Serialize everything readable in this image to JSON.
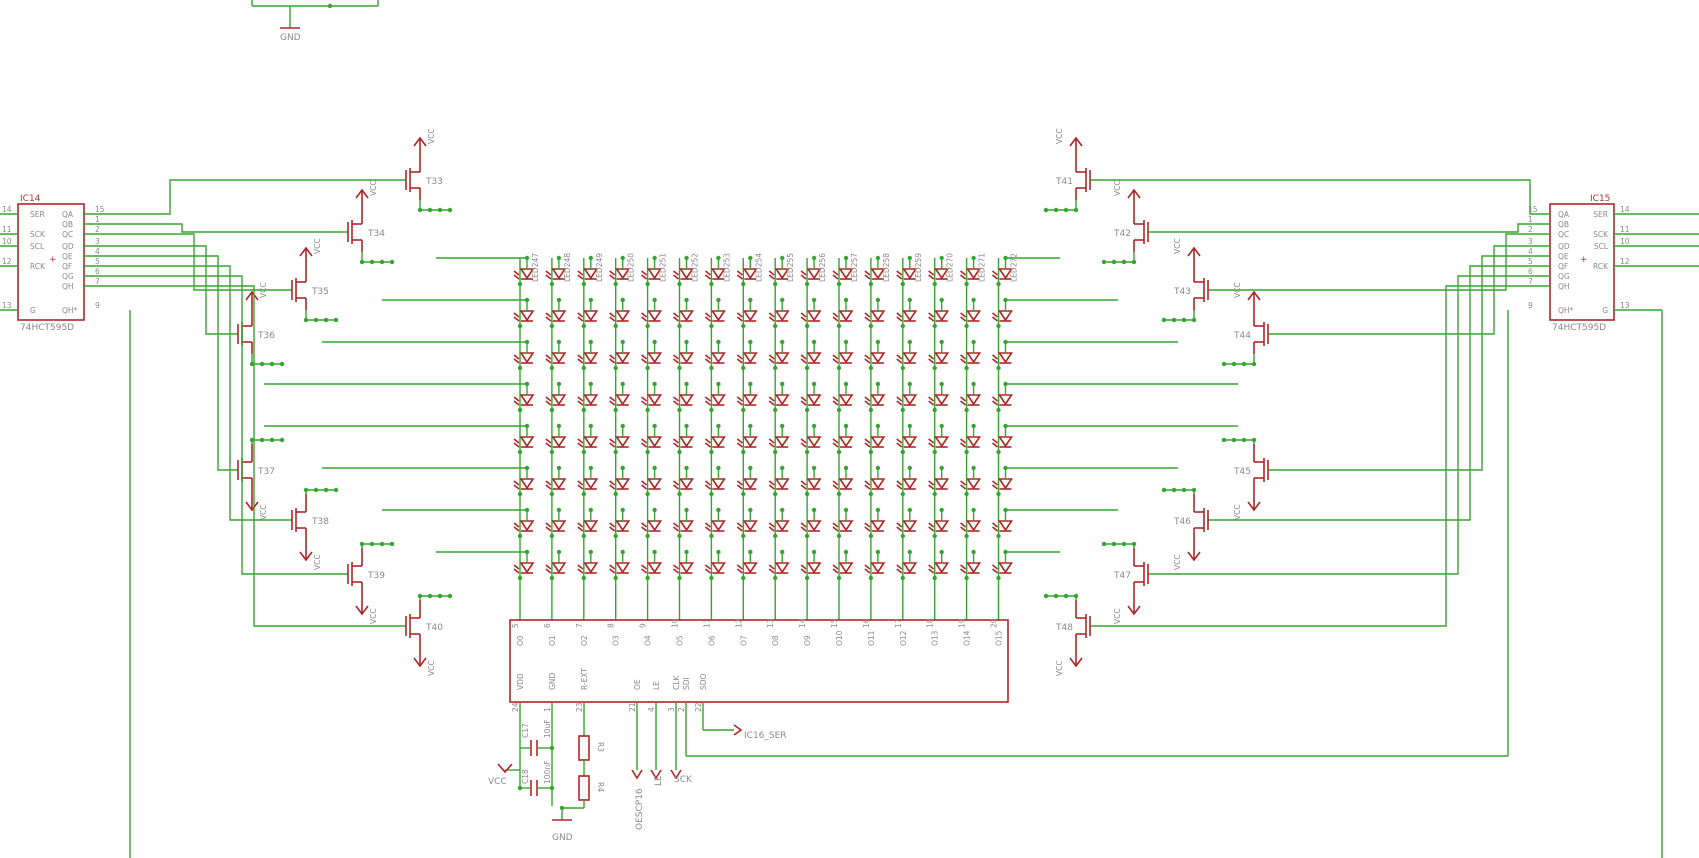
{
  "power_labels": {
    "vcc": "VCC",
    "gnd": "GND"
  },
  "ic14": {
    "name": "IC14",
    "value": "74HCT595D",
    "left_pins": [
      {
        "num": "14",
        "label": "SER"
      },
      {
        "num": "11",
        "label": "SCK"
      },
      {
        "num": "10",
        "label": "SCL"
      },
      {
        "num": "12",
        "label": "RCK"
      },
      {
        "num": "13",
        "label": "G"
      }
    ],
    "right_pins": [
      {
        "num": "15",
        "label": "QA"
      },
      {
        "num": "1",
        "label": "QB"
      },
      {
        "num": "2",
        "label": "QC"
      },
      {
        "num": "3",
        "label": "QD"
      },
      {
        "num": "4",
        "label": "QE"
      },
      {
        "num": "5",
        "label": "QF"
      },
      {
        "num": "6",
        "label": "QG"
      },
      {
        "num": "7",
        "label": "QH"
      },
      {
        "num": "9",
        "label": "QH*"
      }
    ]
  },
  "ic15": {
    "name": "IC15",
    "value": "74HCT595D",
    "right_pins": [
      {
        "num": "14",
        "label": "SER"
      },
      {
        "num": "11",
        "label": "SCK"
      },
      {
        "num": "10",
        "label": "SCL"
      },
      {
        "num": "12",
        "label": "RCK"
      },
      {
        "num": "13",
        "label": "G"
      }
    ],
    "left_pins": [
      {
        "num": "15",
        "label": "QA"
      },
      {
        "num": "1",
        "label": "QB"
      },
      {
        "num": "2",
        "label": "QC"
      },
      {
        "num": "3",
        "label": "QD"
      },
      {
        "num": "4",
        "label": "QE"
      },
      {
        "num": "5",
        "label": "QF"
      },
      {
        "num": "6",
        "label": "QG"
      },
      {
        "num": "7",
        "label": "QH"
      },
      {
        "num": "9",
        "label": "QH*"
      }
    ]
  },
  "transistors_left": [
    "T33",
    "T34",
    "T35",
    "T36",
    "T37",
    "T38",
    "T39",
    "T40"
  ],
  "transistors_right": [
    "T41",
    "T42",
    "T43",
    "T44",
    "T45",
    "T46",
    "T47",
    "T48"
  ],
  "led_top_row": [
    "LED247",
    "LED248",
    "LED249",
    "LED250",
    "LED251",
    "LED252",
    "LED253",
    "LED254",
    "LED255",
    "LED256",
    "LED257",
    "LED258",
    "LED259",
    "LED270",
    "LED271",
    "LED272"
  ],
  "driver": {
    "output_pins": [
      {
        "num": "5",
        "label": "O0"
      },
      {
        "num": "6",
        "label": "O1"
      },
      {
        "num": "7",
        "label": "O2"
      },
      {
        "num": "8",
        "label": "O3"
      },
      {
        "num": "9",
        "label": "O4"
      },
      {
        "num": "10",
        "label": "O5"
      },
      {
        "num": "11",
        "label": "O6"
      },
      {
        "num": "12",
        "label": "O7"
      },
      {
        "num": "13",
        "label": "O8"
      },
      {
        "num": "14",
        "label": "O9"
      },
      {
        "num": "15",
        "label": "O10"
      },
      {
        "num": "16",
        "label": "O11"
      },
      {
        "num": "17",
        "label": "O12"
      },
      {
        "num": "18",
        "label": "O13"
      },
      {
        "num": "19",
        "label": "O14"
      },
      {
        "num": "20",
        "label": "O15"
      }
    ],
    "bottom_pins": [
      {
        "num": "24",
        "label": "VDD"
      },
      {
        "num": "1",
        "label": "GND"
      },
      {
        "num": "23",
        "label": "R-EXT"
      },
      {
        "num": "21",
        "label": "OE"
      },
      {
        "num": "4",
        "label": "LE"
      },
      {
        "num": "3",
        "label": "CLK"
      },
      {
        "num": "2",
        "label": "SDI"
      },
      {
        "num": "22",
        "label": "SDO"
      }
    ]
  },
  "passives": {
    "c17": {
      "name": "C17",
      "value": "10uF"
    },
    "c18": {
      "name": "C18",
      "value": "100nF"
    },
    "r3": {
      "name": "R3"
    },
    "r4": {
      "name": "R4"
    }
  },
  "net_labels": {
    "ser_out": "IC16_SER",
    "oe": "OESCP16",
    "le": "LE",
    "sck": "SCK"
  }
}
